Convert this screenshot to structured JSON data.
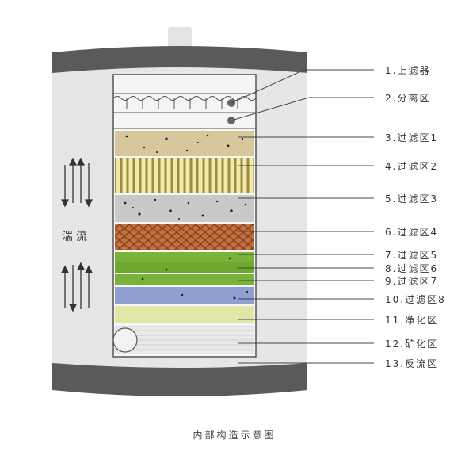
{
  "labels": [
    "1.上滤器",
    "2.分离区",
    "3.过滤区1",
    "4.过滤区2",
    "5.过滤区3",
    "6.过滤区4",
    "7.过滤区5",
    "8.过滤区6",
    "9.过滤区7",
    "10.过滤区8",
    "11.净化区",
    "12.矿化区",
    "13.反流区"
  ],
  "flow_label": "湍流",
  "caption": "内部构造示意图",
  "colors": {
    "cap": "#5a5a5c",
    "body": "#e6e6e6",
    "sand": "#d8c79c",
    "stripes_light": "#f4eaa4",
    "stripes_dark": "#9a8a4c",
    "gray_dots": "#c9c9c9",
    "brown_net": "#b8683c",
    "green": "#7ab33a",
    "blue": "#8f9fd0",
    "pale_yellow": "#e0e6a6"
  }
}
